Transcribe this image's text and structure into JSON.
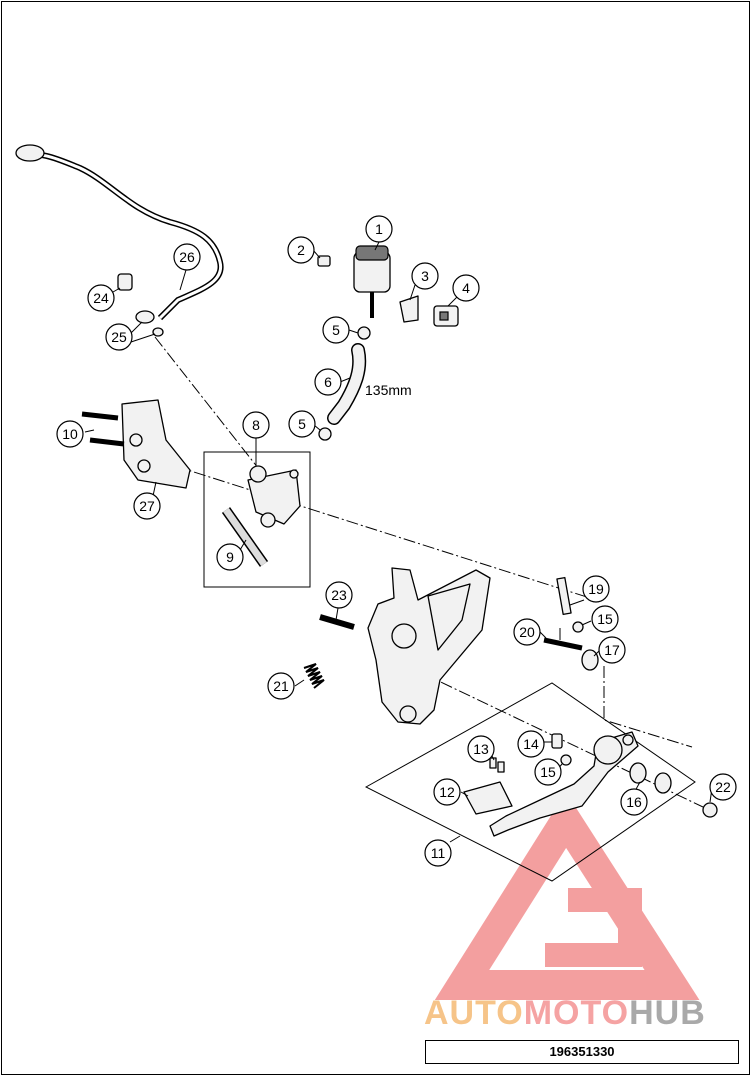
{
  "callouts": [
    {
      "label": "1"
    },
    {
      "label": "2"
    },
    {
      "label": "3"
    },
    {
      "label": "4"
    },
    {
      "label": "5"
    },
    {
      "label": "5"
    },
    {
      "label": "6"
    },
    {
      "label": "8"
    },
    {
      "label": "9"
    },
    {
      "label": "10"
    },
    {
      "label": "11"
    },
    {
      "label": "12"
    },
    {
      "label": "13"
    },
    {
      "label": "14"
    },
    {
      "label": "15"
    },
    {
      "label": "15"
    },
    {
      "label": "16"
    },
    {
      "label": "17"
    },
    {
      "label": "19"
    },
    {
      "label": "20"
    },
    {
      "label": "21"
    },
    {
      "label": "22"
    },
    {
      "label": "23"
    },
    {
      "label": "24"
    },
    {
      "label": "25"
    },
    {
      "label": "26"
    },
    {
      "label": "27"
    }
  ],
  "dimension_label": "135mm",
  "watermark": {
    "part1": "AUTO",
    "part2": "MOTO",
    "part3": "HUB"
  },
  "diagram_code": "196351330",
  "colors": {
    "watermark_red": "#f08080",
    "watermark_orange": "#f6c489",
    "watermark_gray": "#a9a9a9"
  }
}
